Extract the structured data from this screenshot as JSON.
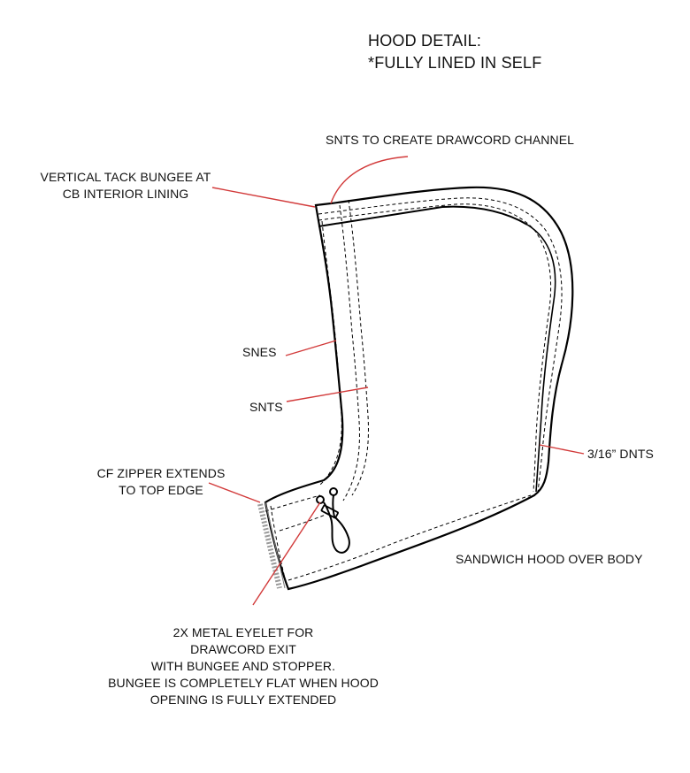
{
  "title": {
    "line1": "HOOD DETAIL:",
    "line2": "*FULLY LINED IN SELF"
  },
  "callouts": {
    "drawcord_channel": "SNTS TO CREATE DRAWCORD CHANNEL",
    "vertical_tack": {
      "line1": "VERTICAL TACK BUNGEE AT",
      "line2": "CB INTERIOR LINING"
    },
    "snes": "SNES",
    "snts": "SNTS",
    "dnts": "3/16” DNTS",
    "cf_zipper": {
      "line1": "CF ZIPPER EXTENDS",
      "line2": "TO TOP EDGE"
    },
    "sandwich": "SANDWICH HOOD OVER BODY",
    "eyelet": {
      "line1": "2X METAL EYELET FOR",
      "line2": "DRAWCORD EXIT",
      "line3": "WITH BUNGEE AND STOPPER.",
      "line4": "BUNGEE IS COMPLETELY FLAT WHEN HOOD",
      "line5": "OPENING IS FULLY EXTENDED"
    }
  },
  "colors": {
    "outline": "#000000",
    "leader": "#d23a3a",
    "zipper": "#9a9a9a"
  }
}
